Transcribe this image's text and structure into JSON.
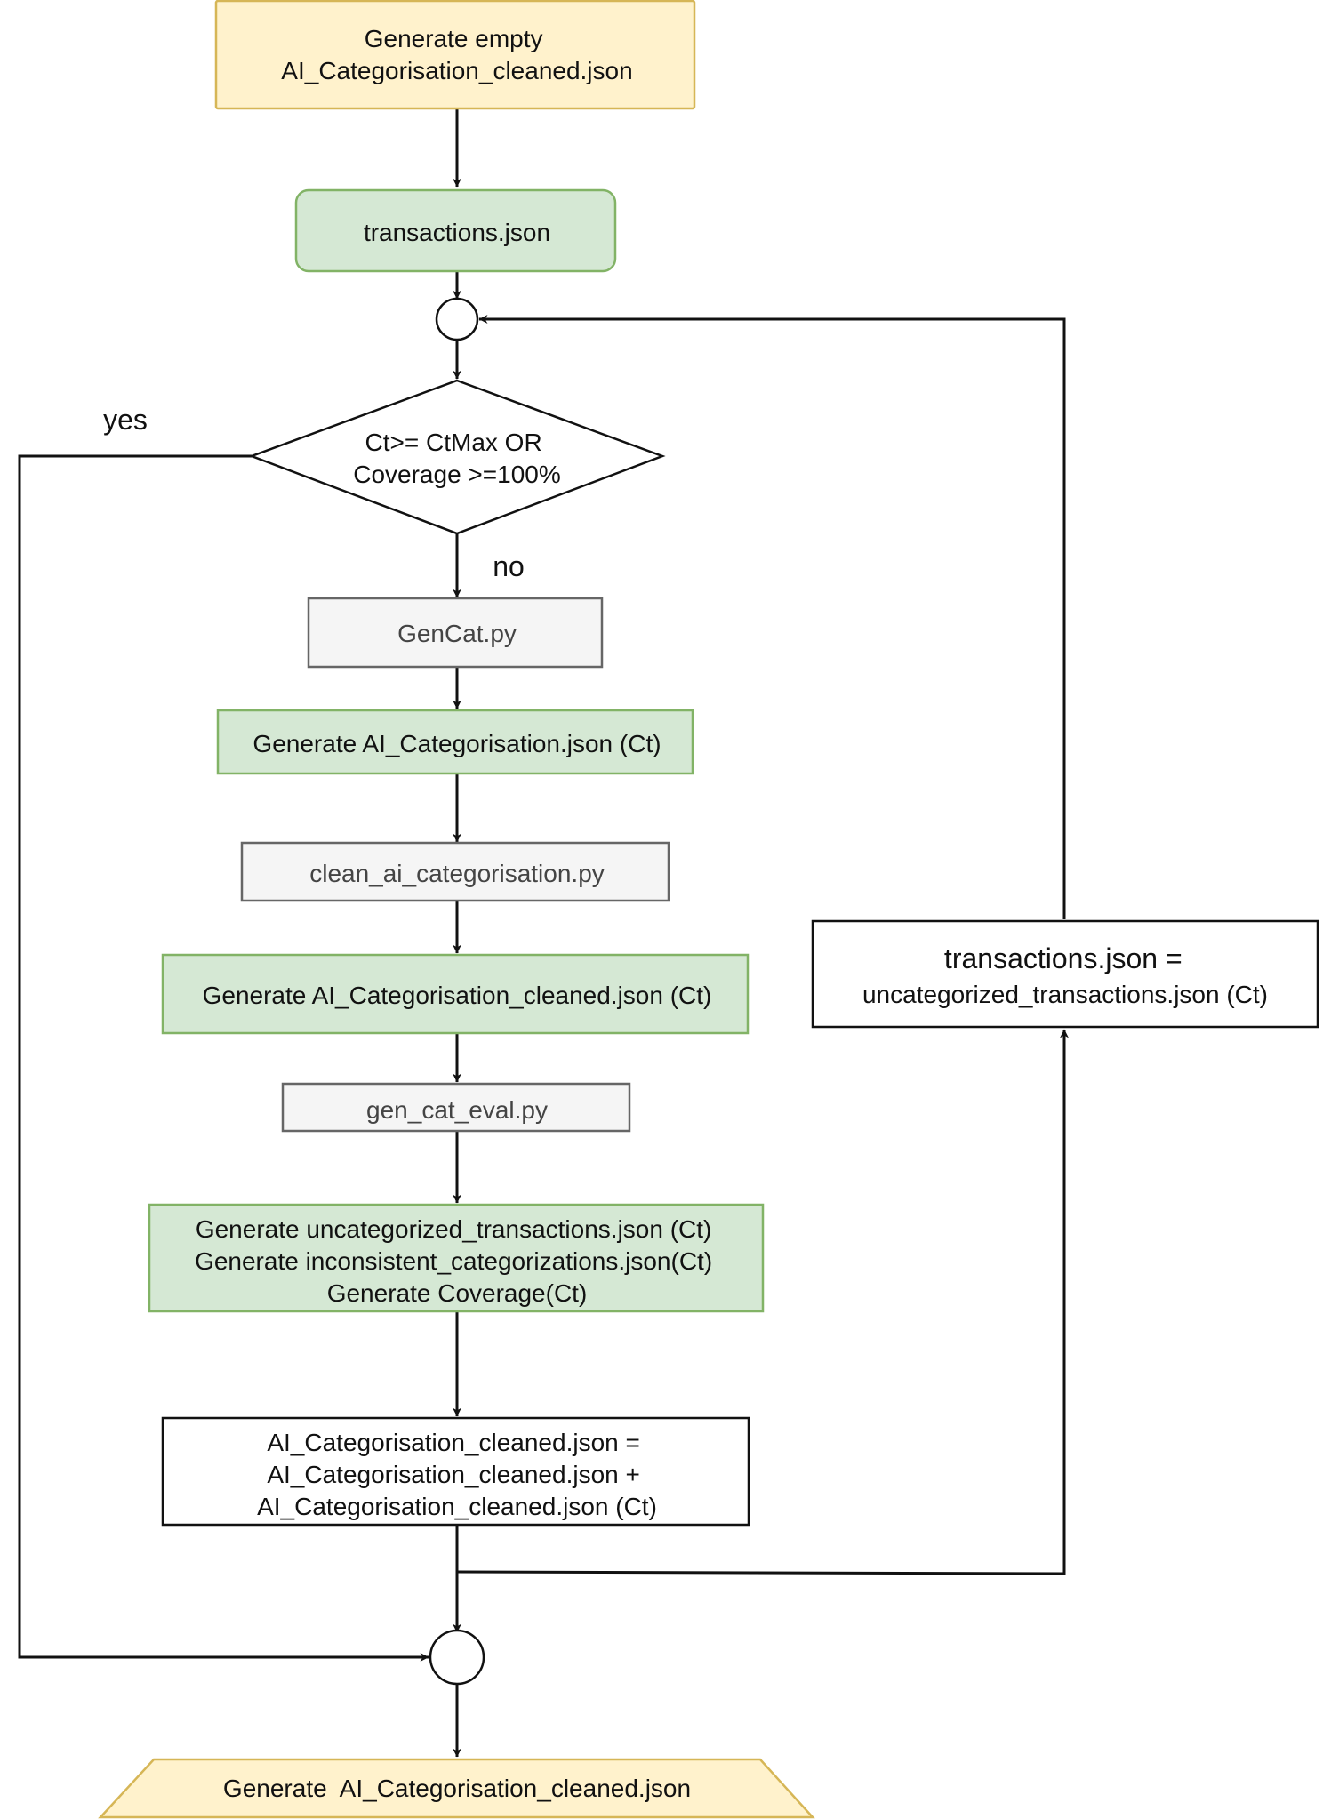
{
  "colors": {
    "start_fill": "#fff2cc",
    "start_stroke": "#d6b656",
    "data_fill": "#d5e8d4",
    "data_stroke": "#82b366",
    "script_fill": "#f5f5f5",
    "script_stroke": "#666666",
    "plain_fill": "#ffffff",
    "plain_stroke": "#111111"
  },
  "nodes": {
    "start": {
      "lines": [
        "Generate empty",
        "AI_Categorisation_cleaned.json"
      ]
    },
    "transactions": {
      "lines": [
        "transactions.json"
      ]
    },
    "decision": {
      "lines": [
        "Ct>= CtMax OR",
        "Coverage >=100%"
      ]
    },
    "gencat": {
      "lines": [
        "GenCat.py"
      ]
    },
    "gen_ai_cat": {
      "lines": [
        "Generate AI_Categorisation.json (Ct)"
      ]
    },
    "clean_script": {
      "lines": [
        "clean_ai_categorisation.py"
      ]
    },
    "gen_cleaned": {
      "lines": [
        "Generate AI_Categorisation_cleaned.json (Ct)"
      ]
    },
    "eval_script": {
      "lines": [
        "gen_cat_eval.py"
      ]
    },
    "gen_outputs": {
      "lines": [
        "Generate uncategorized_transactions.json (Ct)",
        "Generate inconsistent_categorizations.json(Ct)",
        "Generate Coverage(Ct)"
      ]
    },
    "accumulate": {
      "lines": [
        "AI_Categorisation_cleaned.json =",
        "AI_Categorisation_cleaned.json  +",
        "AI_Categorisation_cleaned.json (Ct)"
      ]
    },
    "reassign": {
      "lines": [
        "transactions.json =",
        "uncategorized_transactions.json (Ct)"
      ]
    },
    "end": {
      "lines": [
        "Generate  AI_Categorisation_cleaned.json"
      ]
    }
  },
  "edge_labels": {
    "yes": "yes",
    "no": "no"
  }
}
